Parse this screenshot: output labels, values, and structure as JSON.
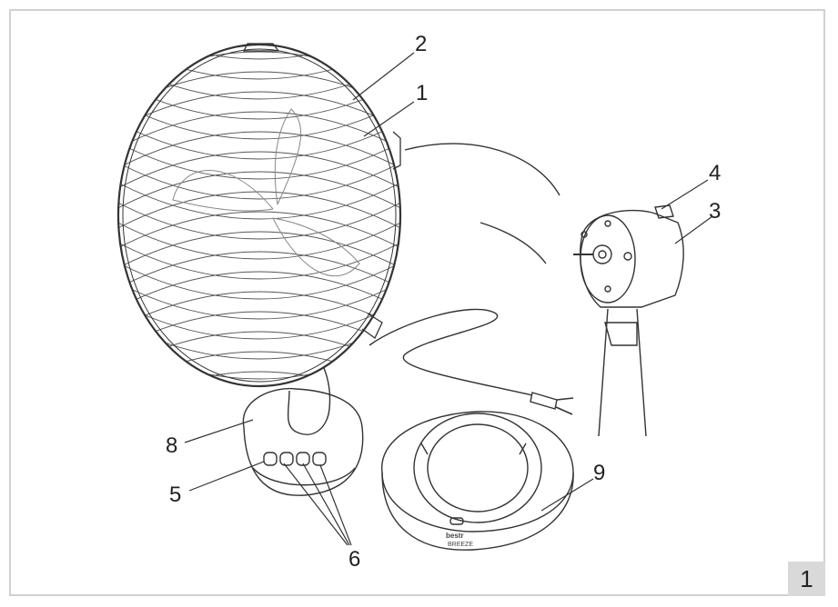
{
  "callouts": [
    {
      "id": "1",
      "text": "1"
    },
    {
      "id": "2",
      "text": "2"
    },
    {
      "id": "3",
      "text": "3"
    },
    {
      "id": "4",
      "text": "4"
    },
    {
      "id": "5",
      "text": "5"
    },
    {
      "id": "6",
      "text": "6"
    },
    {
      "id": "8",
      "text": "8"
    },
    {
      "id": "9",
      "text": "9"
    }
  ],
  "page_number": "1",
  "brand_text": {
    "line1": "bestr",
    "line2": "BREEZE"
  },
  "colors": {
    "line": "#333333",
    "frame": "#d0d0d0",
    "badge": "#d9d9d9"
  }
}
